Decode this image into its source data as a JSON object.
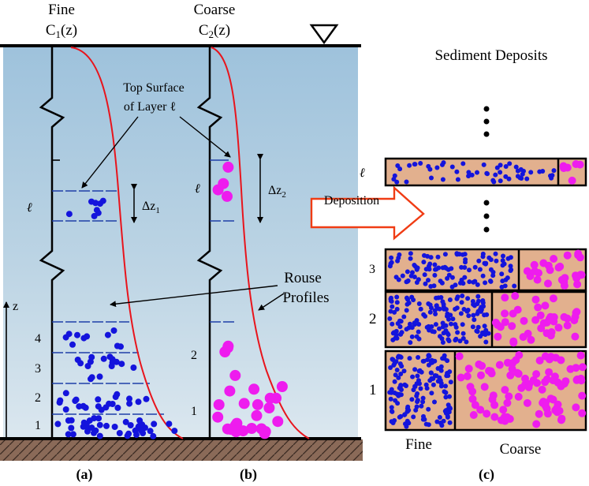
{
  "columns": {
    "fine": {
      "title": "Fine",
      "func": "C",
      "sub": "1",
      "arg": "(z)"
    },
    "coarse": {
      "title": "Coarse",
      "func": "C",
      "sub": "2",
      "arg": "(z)"
    }
  },
  "annotations": {
    "top_surface_line1": "Top Surface",
    "top_surface_line2": "of Layer ℓ",
    "rouse_line1": "Rouse",
    "rouse_line2": "Profiles",
    "deposition": "Deposition",
    "delta_z1": {
      "sym": "Δz",
      "sub": "1"
    },
    "delta_z2": {
      "sym": "Δz",
      "sub": "2"
    },
    "z_axis": "z"
  },
  "layer_labels": {
    "fine": [
      "ℓ",
      "4",
      "3",
      "2",
      "1"
    ],
    "coarse": [
      "ℓ",
      "2",
      "1"
    ]
  },
  "deposits": {
    "title": "Sediment Deposits",
    "rows": [
      "ℓ",
      "3",
      "2",
      "1"
    ],
    "fine_label": "Fine",
    "coarse_label": "Coarse"
  },
  "panel_labels": [
    "(a)",
    "(b)",
    "(c)"
  ],
  "colors": {
    "water_top": "#9ec2dc",
    "water_bottom": "#dbe7ef",
    "fine_particle": "#1414dc",
    "coarse_particle": "#ee1cee",
    "deposit_fill": "#e2b08e",
    "rouse_curve": "#e8141c",
    "arrow_outline": "#f03c14",
    "ground": "#8a6a58"
  }
}
